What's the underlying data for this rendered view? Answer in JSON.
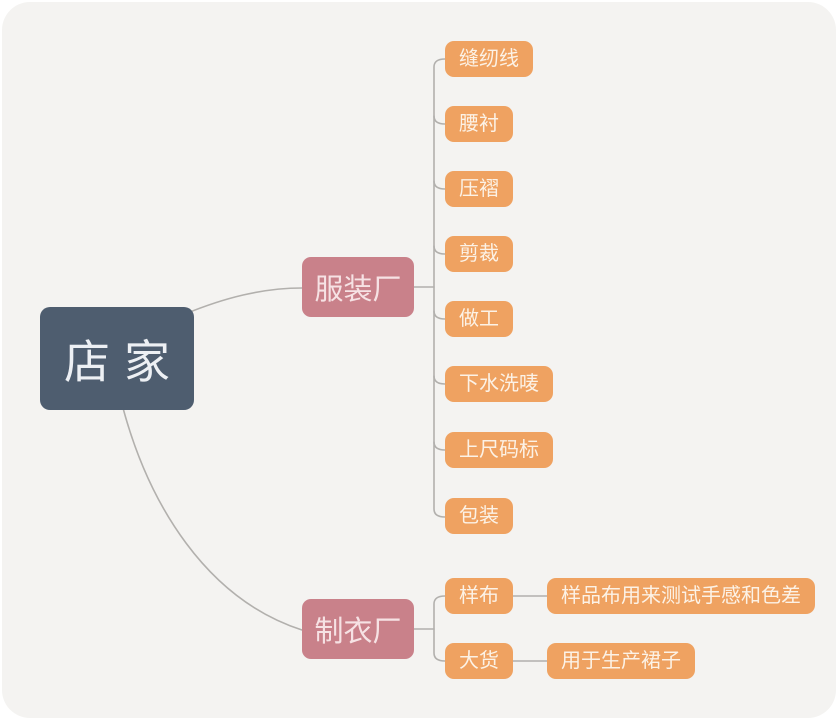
{
  "diagram": {
    "type": "mindmap",
    "root": {
      "label": "店家"
    },
    "branches": [
      {
        "label": "服装厂",
        "children": [
          {
            "label": "缝纫线"
          },
          {
            "label": "腰衬"
          },
          {
            "label": "压褶"
          },
          {
            "label": "剪裁"
          },
          {
            "label": "做工"
          },
          {
            "label": "下水洗唛"
          },
          {
            "label": "上尺码标"
          },
          {
            "label": "包装"
          }
        ]
      },
      {
        "label": "制衣厂",
        "children": [
          {
            "label": "样布",
            "note": "样品布用来测试手感和色差"
          },
          {
            "label": "大货",
            "note": "用于生产裙子"
          }
        ]
      }
    ],
    "colors": {
      "canvas_bg": "#f4f3f1",
      "root_bg": "#4e5d6f",
      "branch_bg": "#c9818a",
      "leaf_bg": "#efa261",
      "connector_line": "#b2b0ad"
    }
  }
}
